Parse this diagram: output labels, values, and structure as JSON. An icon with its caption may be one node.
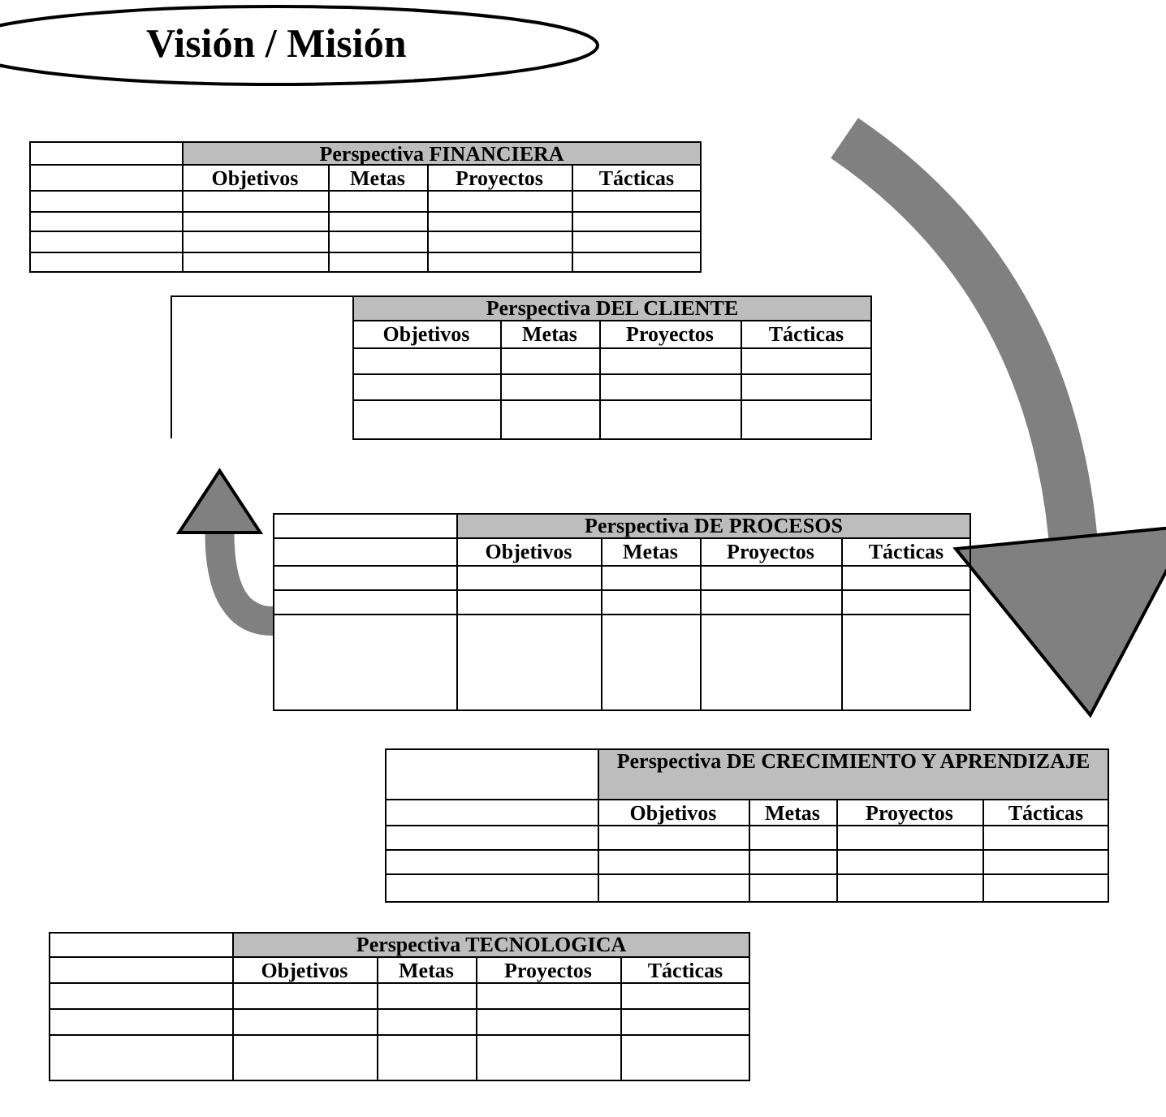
{
  "diagram": {
    "nodes": [
      {
        "text": [
          "Visión / Misión"
        ]
      },
      {
        "text": [
          "Perspectiva FINANCIERA",
          "Objetivos",
          "Metas",
          "Proyectos",
          "Tácticas"
        ]
      },
      {
        "text": [
          "Perspectiva DEL CLIENTE",
          "Objetivos",
          "Metas",
          "Proyectos",
          "Tácticas"
        ]
      },
      {
        "text": [
          "Perspectiva DE PROCESOS",
          "Objetivos",
          "Metas",
          "Proyectos",
          "Tácticas"
        ]
      },
      {
        "text": [
          "Perspectiva DE CRECIMIENTO Y APRENDIZAJE",
          "Objetivos",
          "Metas",
          "Proyectos",
          "Tácticas"
        ]
      },
      {
        "text": [
          "Perspectiva TECNOLOGICA",
          "Objetivos",
          "Metas",
          "Proyectos",
          "Tácticas"
        ]
      }
    ],
    "edges": [
      {
        "from": null,
        "to": 4,
        "arrow": "to"
      },
      {
        "from": 3,
        "to": 2,
        "arrow": "to"
      }
    ]
  }
}
